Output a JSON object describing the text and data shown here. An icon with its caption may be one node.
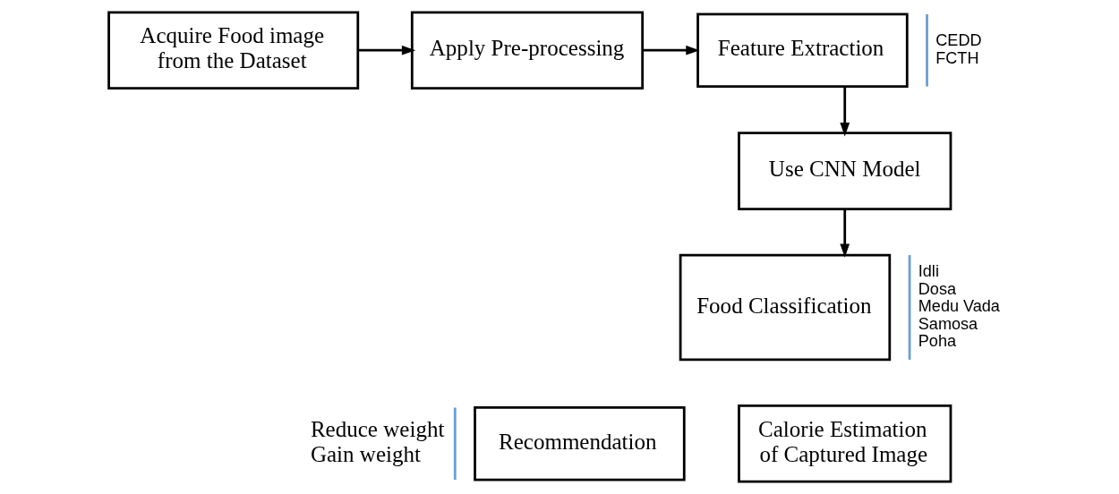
{
  "diagram": {
    "nodes": [
      {
        "text": [
          "Acquire Food image from the Dataset"
        ]
      },
      {
        "text": [
          "Apply Pre-processing"
        ]
      },
      {
        "text": [
          "Feature Extraction"
        ],
        "beside": [
          "CEDD",
          "FCTH"
        ]
      },
      {
        "text": [
          "Use CNN Model"
        ]
      },
      {
        "text": [
          "Food Classification"
        ],
        "beside": [
          "Idli",
          "Dosa",
          "Medu Vada",
          "Samosa",
          "Poha"
        ]
      },
      {
        "text": [
          "Recommendation"
        ],
        "beside": [
          "Reduce weight",
          "Gain weight"
        ]
      },
      {
        "text": [
          "Calorie Estimation of Captured Image"
        ]
      }
    ],
    "edges": [
      {
        "from": 0,
        "to": 1,
        "arrow": "to"
      },
      {
        "from": 1,
        "to": 2,
        "arrow": "to"
      },
      {
        "from": 2,
        "to": 3,
        "arrow": "to"
      },
      {
        "from": 3,
        "to": 4,
        "arrow": "to"
      }
    ]
  }
}
